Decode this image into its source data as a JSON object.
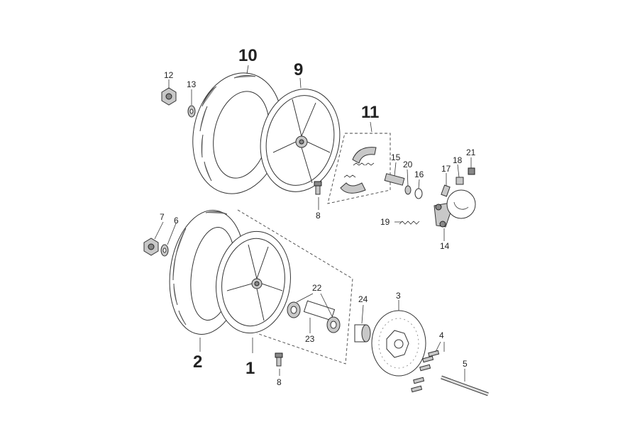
{
  "callouts": {
    "c1": "1",
    "c2": "2",
    "c3": "3",
    "c4": "4",
    "c5": "5",
    "c6": "6",
    "c7": "7",
    "c8a": "8",
    "c8b": "8",
    "c9": "9",
    "c10": "10",
    "c11": "11",
    "c12": "12",
    "c13": "13",
    "c14": "14",
    "c15": "15",
    "c16": "16",
    "c17": "17",
    "c18": "18",
    "c19": "19",
    "c20": "20",
    "c21": "21",
    "c22": "22",
    "c23": "23",
    "c24": "24"
  }
}
